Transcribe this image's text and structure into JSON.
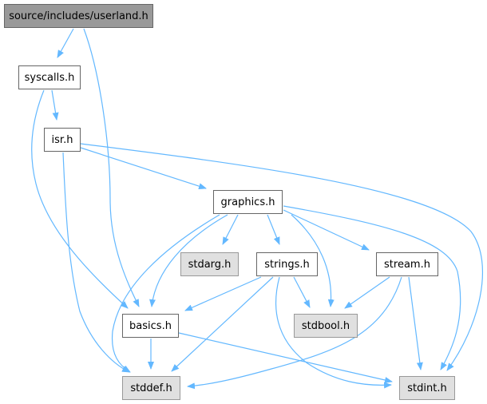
{
  "nodes": {
    "userland": "source/includes/userland.h",
    "syscalls": "syscalls.h",
    "isr": "isr.h",
    "graphics": "graphics.h",
    "stdarg": "stdarg.h",
    "strings": "strings.h",
    "stream": "stream.h",
    "basics": "basics.h",
    "stdbool": "stdbool.h",
    "stddef": "stddef.h",
    "stdint": "stdint.h"
  },
  "edges": [
    [
      "userland",
      "syscalls"
    ],
    [
      "userland",
      "basics"
    ],
    [
      "syscalls",
      "isr"
    ],
    [
      "syscalls",
      "basics"
    ],
    [
      "isr",
      "stddef"
    ],
    [
      "isr",
      "graphics"
    ],
    [
      "isr",
      "stdint"
    ],
    [
      "graphics",
      "stdarg"
    ],
    [
      "graphics",
      "strings"
    ],
    [
      "graphics",
      "basics"
    ],
    [
      "graphics",
      "stddef"
    ],
    [
      "graphics",
      "stdbool"
    ],
    [
      "graphics",
      "stream"
    ],
    [
      "graphics",
      "stdint"
    ],
    [
      "strings",
      "basics"
    ],
    [
      "strings",
      "stddef"
    ],
    [
      "strings",
      "stdint"
    ],
    [
      "strings",
      "stdbool"
    ],
    [
      "stream",
      "stdbool"
    ],
    [
      "stream",
      "stddef"
    ],
    [
      "stream",
      "stdint"
    ],
    [
      "basics",
      "stddef"
    ],
    [
      "basics",
      "stdint"
    ]
  ],
  "colors": {
    "edge": "#63b8ff",
    "root_fill": "#999999",
    "system_fill": "#e0e0e0"
  }
}
